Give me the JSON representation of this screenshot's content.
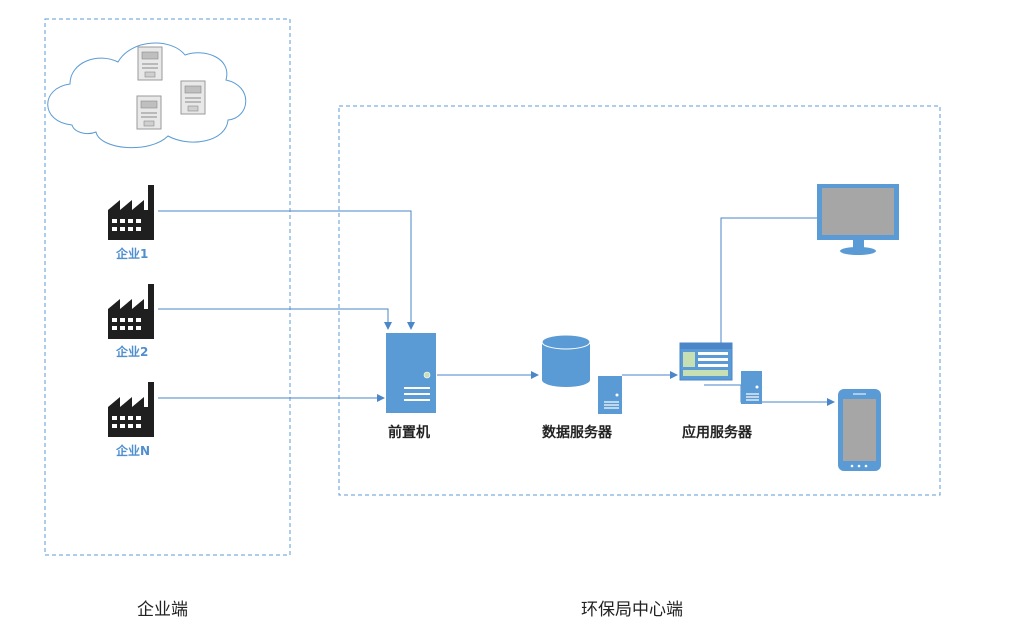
{
  "enterprises": [
    {
      "label": "企业1"
    },
    {
      "label": "企业2"
    },
    {
      "label": "企业N"
    }
  ],
  "nodes": {
    "front_server": "前置机",
    "data_server": "数据服务器",
    "app_server": "应用服务器"
  },
  "zones": {
    "enterprise": "企业端",
    "center": "环保局中心端"
  },
  "colors": {
    "accent": "#5b9bd5",
    "line": "#4a86c8",
    "factory": "#1f1f1f",
    "screen": "#a6a6a6"
  }
}
